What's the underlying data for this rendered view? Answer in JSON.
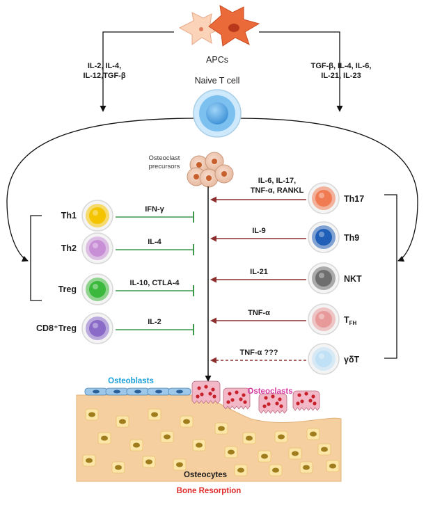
{
  "labels": {
    "apcs": "APCs",
    "naive_t_cell": "Naive T cell",
    "left_cytokines_1": "IL-2, IL-4,",
    "left_cytokines_2": "IL-12,TGF-β",
    "right_cytokines_1": "TGF-β, IL-4, IL-6,",
    "right_cytokines_2": "IL-21, IL-23",
    "osteoclast_precursors_1": "Osteoclast",
    "osteoclast_precursors_2": "precursors",
    "osteoblasts": "Osteoblasts",
    "osteoclasts": "Osteoclasts",
    "osteocytes": "Osteocytes",
    "bone_resorption": "Bone Resorption"
  },
  "inhibitory_cells": [
    {
      "name": "Th1",
      "cytokine": "IFN-γ",
      "color": "#f5c400"
    },
    {
      "name": "Th2",
      "cytokine": "IL-4",
      "color": "#c88fd6"
    },
    {
      "name": "Treg",
      "cytokine": "IL-10, CTLA-4",
      "color": "#3cb83c"
    },
    {
      "name": "CD8⁺Treg",
      "cytokine": "IL-2",
      "color": "#8a6cc8"
    }
  ],
  "stimulatory_cells": [
    {
      "name": "Th17",
      "cytokine_1": "IL-6, IL-17,",
      "cytokine_2": "TNF-α, RANKL",
      "color": "#f07a52"
    },
    {
      "name": "Th9",
      "cytokine_1": "IL-9",
      "cytokine_2": "",
      "color": "#1f5fb8"
    },
    {
      "name": "NKT",
      "cytokine_1": "IL-21",
      "cytokine_2": "",
      "color": "#6e6e6e"
    },
    {
      "name": "T",
      "name_sub": "FH",
      "cytokine_1": "TNF-α",
      "cytokine_2": "",
      "color": "#e89a9a"
    },
    {
      "name": "γδT",
      "cytokine_1": "TNF-α ???",
      "cytokine_2": "",
      "color": "#bfe0f5"
    }
  ],
  "colors": {
    "inhibit_line": "#3a9a4a",
    "stimulate_arrow": "#8b2e2e",
    "osteoblast_text": "#1a9fd8",
    "osteoclast_text": "#d63aa0",
    "bone_resorption_text": "#e02a2a",
    "bone_fill": "#f6cfa0"
  }
}
